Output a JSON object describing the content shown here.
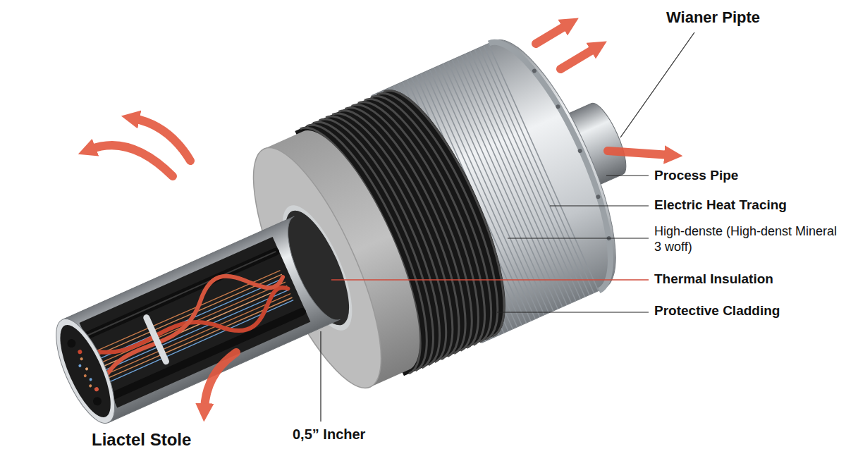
{
  "diagram": {
    "labels": [
      "Wianer Pipte",
      "Process Pipe",
      "Electric Heat Tracing",
      "High-denste (High-denst Mineral 3 woff)",
      "Thermal Insulation",
      "Protective Cladding",
      "Liactel Stole",
      "0,5” Incher"
    ]
  }
}
